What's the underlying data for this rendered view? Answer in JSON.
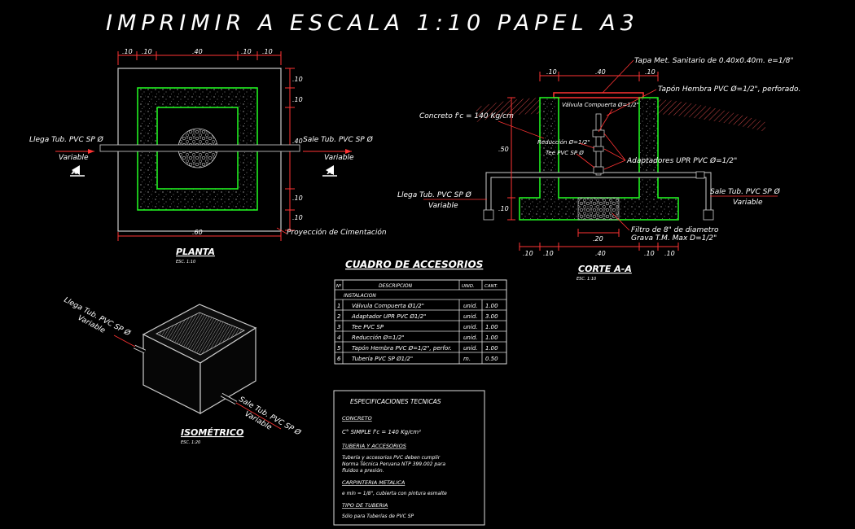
{
  "title": "IMPRIMIR A ESCALA 1:10 PAPEL A3",
  "planta": {
    "caption": "PLANTA",
    "scale": "ESC. 1:10",
    "dims_top": [
      ".10",
      ".10",
      ".40",
      ".10",
      ".10"
    ],
    "dims_right": [
      ".10",
      ".10",
      ".40",
      ".10",
      ".10"
    ],
    "dim_bottom": ".60",
    "inlet": "Llega Tub. PVC SP Ø",
    "inlet_sub": "Variable",
    "outlet": "Sale Tub. PVC SP Ø",
    "outlet_sub": "Variable",
    "section_mark": "A",
    "projection": "Proyección de Cimentación"
  },
  "corte": {
    "caption": "CORTE A-A",
    "scale": "ESC. 1:10",
    "dims_top": [
      ".10",
      ".40",
      ".10"
    ],
    "dims_bottom": [
      ".10",
      ".10",
      ".40",
      ".10",
      ".10"
    ],
    "dim_left_a": ".50",
    "dim_left_b": ".10",
    "dim_filter": ".20",
    "tapa": "Tapa Met. Sanitario de 0.40x0.40m. e=1/8\"",
    "tapon": "Tapón Hembra PVC Ø=1/2\", perforado.",
    "concreto": "Concreto f'c = 140 Kg/cm",
    "valvula": "Válvula Compuerta Ø=1/2\"",
    "reduccion": "Reducción Ø=1/2\"",
    "tee": "Tee PVC SP Ø",
    "adaptador": "Adaptadores UPR PVC Ø=1/2\"",
    "inlet": "Llega Tub. PVC SP Ø",
    "inlet_sub": "Variable",
    "outlet": "Sale Tub. PVC SP Ø",
    "outlet_sub": "Variable",
    "filtro1": "Filtro de 8\" de diametro",
    "filtro2": "Grava T.M. Max D=1/2\""
  },
  "isometrico": {
    "caption": "ISOMÉTRICO",
    "scale": "ESC. 1:20",
    "inlet": "Llega Tub. PVC SP Ø",
    "inlet_sub": "Variable",
    "outlet": "Sale Tub. PVC SP Ø",
    "outlet_sub": "Variable"
  },
  "cuadro": {
    "title": "CUADRO DE ACCESORIOS",
    "headers": [
      "Nº",
      "DESCRIPCION",
      "UNID.",
      "CANT."
    ],
    "section": "INSTALACION",
    "rows": [
      [
        "1",
        "Válvula Compuerta Ø1/2\"",
        "unid.",
        "1.00"
      ],
      [
        "2",
        "Adaptador UPR PVC Ø1/2\"",
        "unid.",
        "3.00"
      ],
      [
        "3",
        "Tee PVC SP",
        "unid.",
        "1.00"
      ],
      [
        "4",
        "Reducción Ø=1/2\"",
        "unid.",
        "1.00"
      ],
      [
        "5",
        "Tapón Hembra PVC Ø=1/2\", perfor.",
        "unid.",
        "1.00"
      ],
      [
        "6",
        "Tubería PVC SP Ø1/2\"",
        "m.",
        "0.50"
      ]
    ]
  },
  "especificaciones": {
    "title": "ESPECIFICACIONES TECNICAS",
    "concreto_h": "CONCRETO",
    "concreto_t": "C° SIMPLE f'c = 140 Kg/cm²",
    "tuberia_h": "TUBERIA Y ACCESORIOS",
    "tuberia_t1": "Tubería y accesorios PVC deben cumplir",
    "tuberia_t2": "Norma Técnica Peruana NTP 399.002 para",
    "tuberia_t3": "fluidos a presión.",
    "carp_h": "CARPINTERIA METALICA",
    "carp_t": "e mín = 1/8\", cubierta con pintura esmalte",
    "tipo_h": "TIPO DE TUBERIA",
    "tipo_t": "Sólo para Tuberías de PVC SP"
  }
}
